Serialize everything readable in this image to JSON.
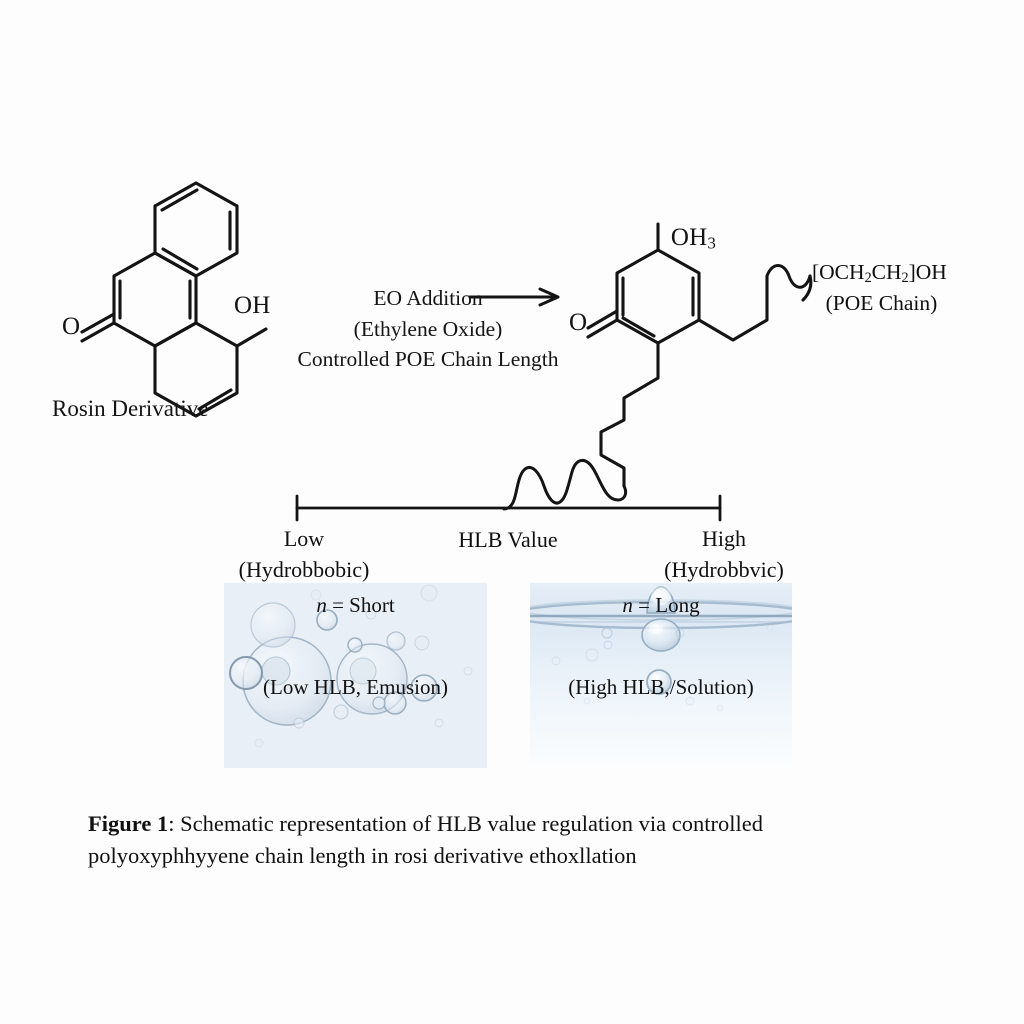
{
  "figure": {
    "caption_label": "Figure 1",
    "caption_text": ": Schematic representation of HLB value regulation via controlled polyoxyphhyyene chain length in rosi derivative ethoxllation"
  },
  "reactant": {
    "name": "Rosin Derivative",
    "atom_labels": {
      "ketone_oxygen": "O",
      "hydroxyl": "OH"
    }
  },
  "reaction": {
    "condition_lines": [
      "EO Addition",
      "(Ethylene Oxide)",
      "Controlled POE Chain Length"
    ],
    "arrow": "reaction-arrow-right"
  },
  "product": {
    "atom_labels": {
      "methoxy": "OH",
      "methoxy_subscript": "3",
      "ketone_oxygen": "O"
    },
    "poe_label": {
      "formula_prefix": "[OCH",
      "sub1": "2",
      "formula_mid": "CH",
      "sub2": "2",
      "formula_suffix": "]OH",
      "sub_caption": "(POE Chain)"
    }
  },
  "hlb_axis": {
    "title": "HLB Value",
    "low_end": {
      "label": "Low",
      "sublabel": "(Hydrobbobic)"
    },
    "high_end": {
      "label": "High",
      "sublabel": "(Hydrobbvic)"
    }
  },
  "panels": [
    {
      "id": "emulsion",
      "caption_line1_n": "n",
      "caption_line1_rest": " = Short",
      "caption_line2": "(Low HLB, Emusion)",
      "description": "micrograph of emulsion droplets"
    },
    {
      "id": "solution",
      "caption_line1_n": "n",
      "caption_line1_rest": " = Long",
      "caption_line2": "(High HLB,/Solution)",
      "description": "clear aqueous solution with droplet at surface"
    }
  ],
  "colors": {
    "background": "#fdfdfd",
    "ink": "#141414",
    "panel_emulsion_bg": "#e7edf4",
    "panel_solution_bg": "#e2ebf5",
    "droplet_stroke": "#7f95ab"
  }
}
